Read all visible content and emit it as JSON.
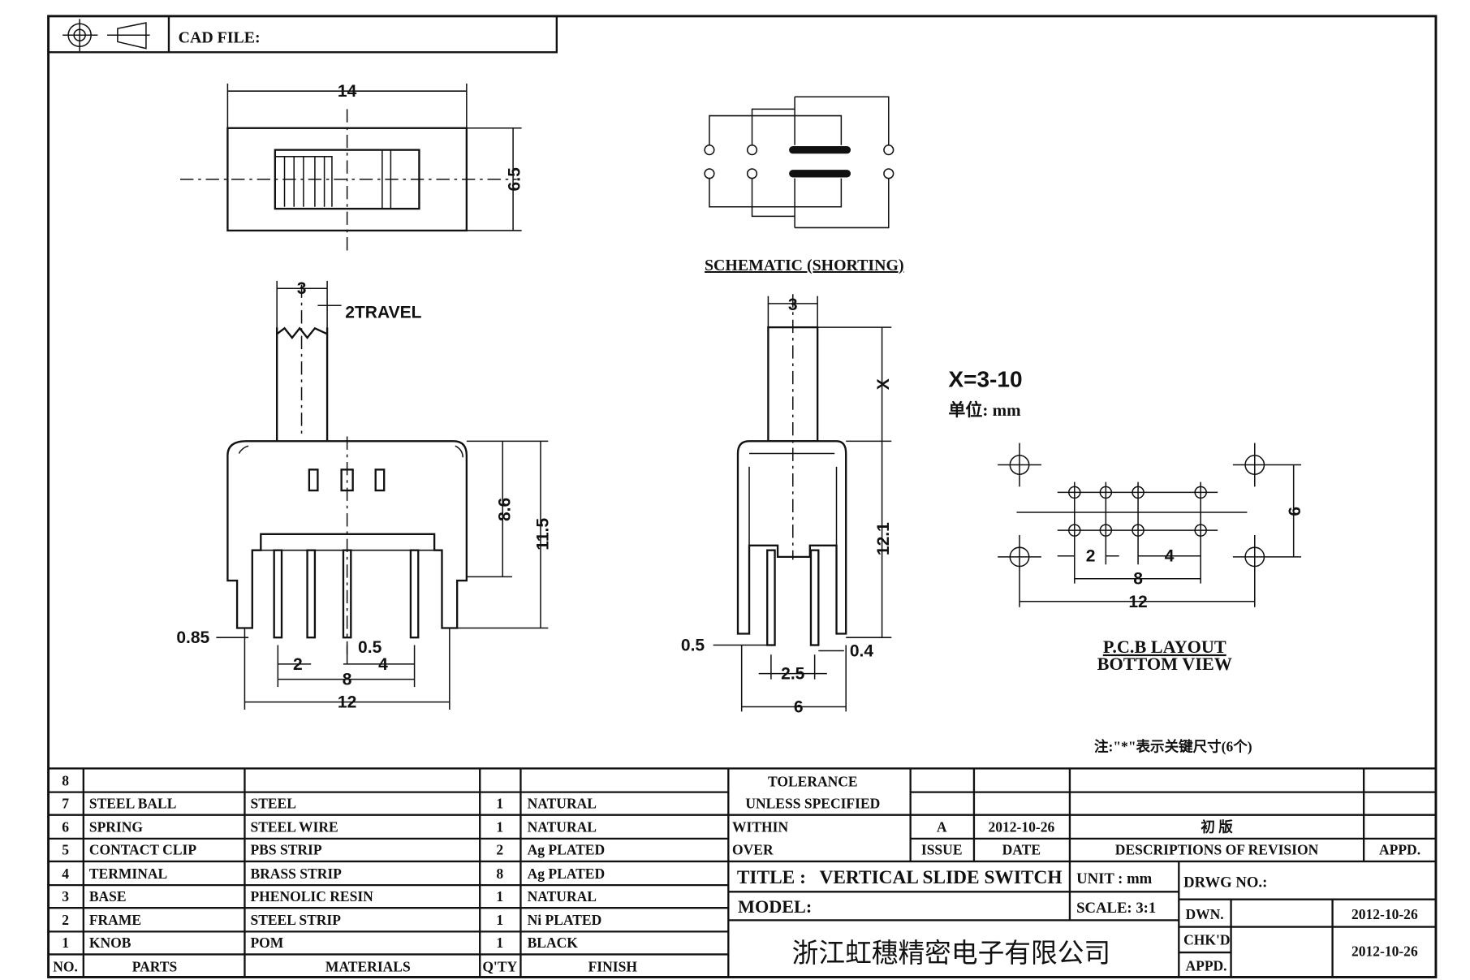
{
  "header": {
    "cad_file_label": "CAD FILE:"
  },
  "top_view": {
    "dim_width": "14",
    "dim_height": "6.5"
  },
  "schematic": {
    "label": "SCHEMATIC (SHORTING)"
  },
  "side_view": {
    "dim_stem": "3",
    "dim_travel": "2TRAVEL",
    "dim_body": "8.6",
    "dim_total": "11.5",
    "dim_leg": "0.85",
    "dim_pin_pitch": "2",
    "dim_pin_width": "0.5",
    "dim_pin_gap": "4",
    "dim_pin_span": "8",
    "dim_overall": "12"
  },
  "end_view": {
    "dim_stem": "3",
    "dim_x": "X",
    "dim_height": "12.1",
    "dim_leg": "0.5",
    "dim_pin": "0.4",
    "dim_pitch": "2.5",
    "dim_width": "6"
  },
  "notes": {
    "x_range": "X=3-10",
    "unit": "单位: mm",
    "remark": "注:\"*\"表示关键尺寸(6个)"
  },
  "pcb": {
    "label_line1": "P.C.B LAYOUT",
    "label_line2": "BOTTOM VIEW",
    "dim_pitch": "2",
    "dim_gap": "4",
    "dim_span": "8",
    "dim_width": "12",
    "dim_height": "6"
  },
  "parts": {
    "headers": {
      "no": "NO.",
      "parts": "PARTS",
      "materials": "MATERIALS",
      "qty": "Q'TY",
      "finish": "FINISH"
    },
    "rows": [
      {
        "no": "8",
        "part": "",
        "material": "",
        "qty": "",
        "finish": ""
      },
      {
        "no": "7",
        "part": "STEEL BALL",
        "material": "STEEL",
        "qty": "1",
        "finish": "NATURAL"
      },
      {
        "no": "6",
        "part": "SPRING",
        "material": "STEEL WIRE",
        "qty": "1",
        "finish": "NATURAL"
      },
      {
        "no": "5",
        "part": "CONTACT CLIP",
        "material": "PBS STRIP",
        "qty": "2",
        "finish": "Ag PLATED"
      },
      {
        "no": "4",
        "part": "TERMINAL",
        "material": "BRASS STRIP",
        "qty": "8",
        "finish": "Ag PLATED"
      },
      {
        "no": "3",
        "part": "BASE",
        "material": "PHENOLIC RESIN",
        "qty": "1",
        "finish": "NATURAL"
      },
      {
        "no": "2",
        "part": "FRAME",
        "material": "STEEL STRIP",
        "qty": "1",
        "finish": "Ni PLATED"
      },
      {
        "no": "1",
        "part": "KNOB",
        "material": "POM",
        "qty": "1",
        "finish": "BLACK"
      }
    ]
  },
  "tolerance": {
    "line1": "TOLERANCE",
    "line2": "UNLESS  SPECIFIED",
    "within": "WITHIN",
    "over": "OVER"
  },
  "revision": {
    "issue": "A",
    "date": "2012-10-26",
    "description": "初 版",
    "h_issue": "ISSUE",
    "h_date": "DATE",
    "h_desc": "DESCRIPTIONS OF REVISION",
    "h_appd": "APPD."
  },
  "title_block": {
    "title_label": "TITLE :",
    "title": "VERTICAL  SLIDE  SWITCH",
    "unit": "UNIT :  mm",
    "drwg_no": "DRWG NO.:",
    "model_label": "MODEL:",
    "scale": "SCALE:  3:1",
    "company": "浙江虹穗精密电子有限公司",
    "dwn_label": "DWN.",
    "dwn_date": "2012-10-26",
    "chkd_label": "CHK'D",
    "appd_label": "APPD.",
    "chk_date": "2012-10-26"
  }
}
